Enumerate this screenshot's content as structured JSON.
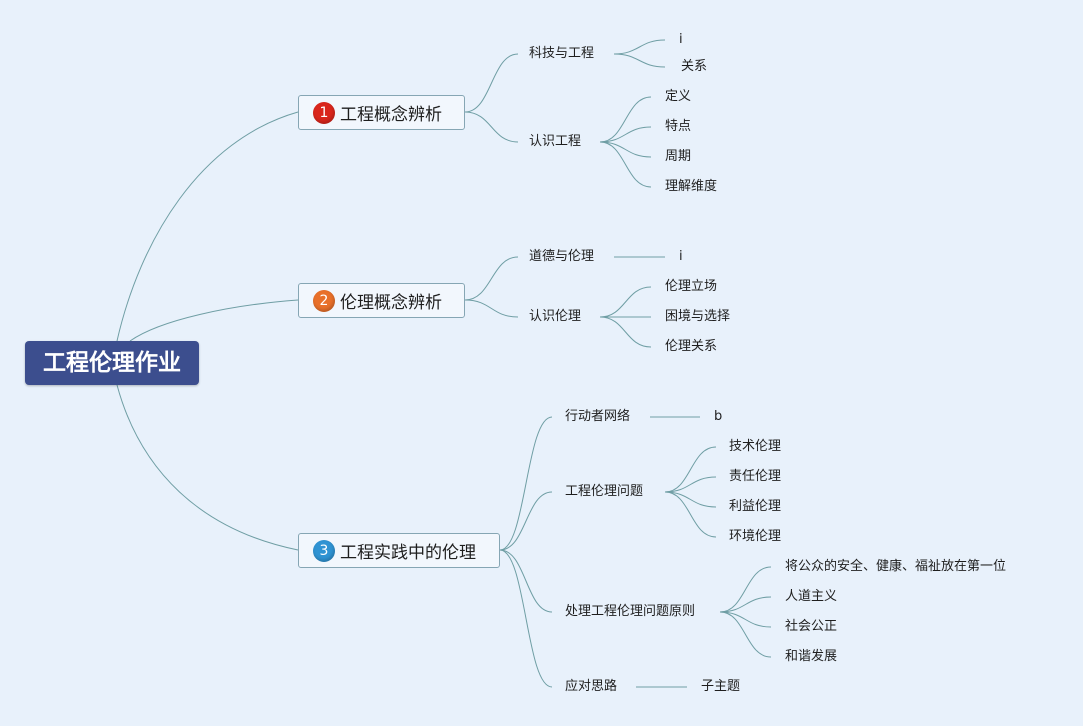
{
  "root": "工程伦理作业",
  "colors": {
    "background": "#e8f1fb",
    "root_fill": "#3c4e8e",
    "main_border": "#86a6b4",
    "connector": "#6f9ea4",
    "marker_1": "#d9261c",
    "marker_2": "#e8702a",
    "marker_3": "#2f93d3"
  },
  "topics": [
    {
      "marker": "1",
      "label": "工程概念辨析",
      "children": [
        {
          "label": "科技与工程",
          "children": [
            "i",
            "关系"
          ]
        },
        {
          "label": "认识工程",
          "children": [
            "定义",
            "特点",
            "周期",
            "理解维度"
          ]
        }
      ]
    },
    {
      "marker": "2",
      "label": "伦理概念辨析",
      "children": [
        {
          "label": "道德与伦理",
          "children": [
            "i"
          ]
        },
        {
          "label": "认识伦理",
          "children": [
            "伦理立场",
            "困境与选择",
            "伦理关系"
          ]
        }
      ]
    },
    {
      "marker": "3",
      "label": "工程实践中的伦理",
      "children": [
        {
          "label": "行动者网络",
          "children": [
            "b"
          ]
        },
        {
          "label": "工程伦理问题",
          "children": [
            "技术伦理",
            "责任伦理",
            "利益伦理",
            "环境伦理"
          ]
        },
        {
          "label": "处理工程伦理问题原则",
          "children": [
            "将公众的安全、健康、福祉放在第一位",
            "人道主义",
            "社会公正",
            "和谐发展"
          ]
        },
        {
          "label": "应对思路",
          "children": [
            "子主题"
          ]
        }
      ]
    }
  ]
}
